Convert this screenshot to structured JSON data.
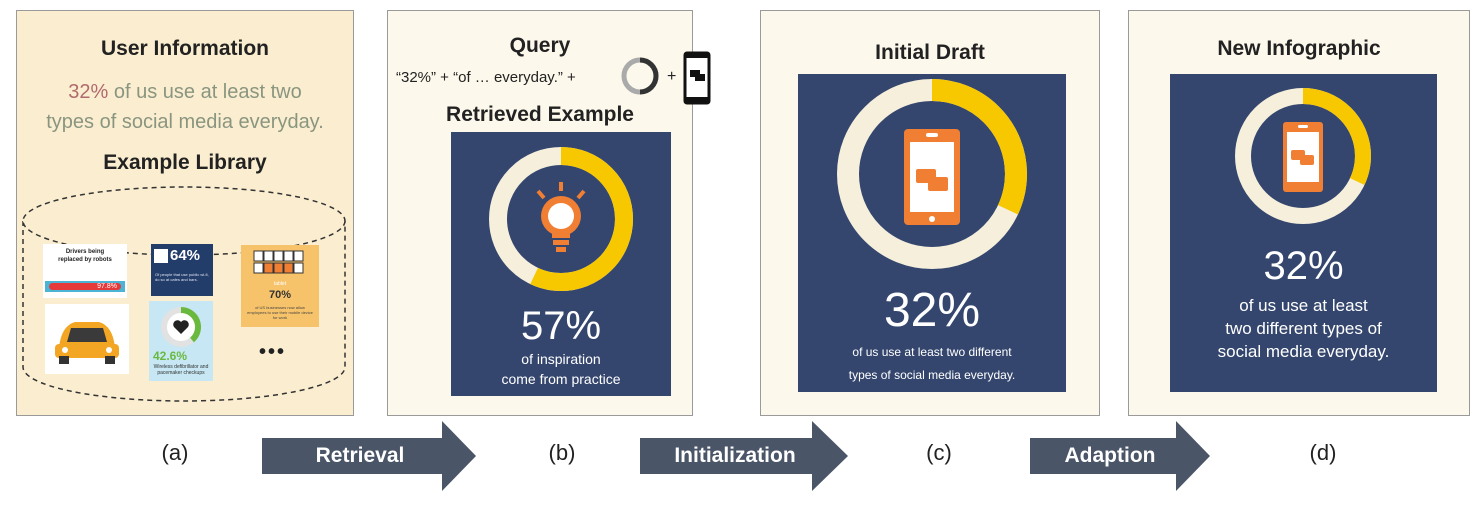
{
  "colors": {
    "navy": "#34466e",
    "ring_bg": "#f5efdc",
    "ring_yellow": "#f7c700",
    "orange": "#f07f34",
    "highlight_pink": "#b06a6f",
    "highlight_green": "#8a9580",
    "arrow": "#4a5568"
  },
  "panel_a": {
    "title": "User Information",
    "user_text_highlight": "32%",
    "user_text_rest1": " of us use at least two",
    "user_text_rest2": "types of social media everyday.",
    "library_title": "Example Library",
    "library_items": {
      "drivers_title": "Drivers being replaced by robots",
      "drivers_value": "97.8%",
      "coffee_value": "64%",
      "coffee_text": "Of people that use public wi-fi, do so at cafes and bars.",
      "phones_label": "tablet",
      "phones_value": "70%",
      "phones_text": "of US businesses now allow employees to use their mobile device for work",
      "heart_value": "42.6%",
      "heart_text": "Wireless defibrillator and pacemaker checkups",
      "ellipsis": "•••"
    },
    "caption": "(a)"
  },
  "panel_b": {
    "title": "Query",
    "query_text": "“32%” + “of … everyday.” +",
    "plus": "+",
    "retrieved_title": "Retrieved Example",
    "value": "57%",
    "value_pct": 57,
    "line1": "of inspiration",
    "line2": "come from practice",
    "caption": "(b)"
  },
  "panel_c": {
    "title": "Initial Draft",
    "value": "32%",
    "value_pct": 32,
    "line1": "of us use at least two different",
    "line2": "types of social media everyday.",
    "caption": "(c)"
  },
  "panel_d": {
    "title": "New Infographic",
    "value": "32%",
    "value_pct": 32,
    "line1": "of us use at least",
    "line2": "two different types of",
    "line3": "social media everyday.",
    "caption": "(d)"
  },
  "arrows": {
    "retrieval": "Retrieval",
    "initialization": "Initialization",
    "adaption": "Adaption"
  }
}
